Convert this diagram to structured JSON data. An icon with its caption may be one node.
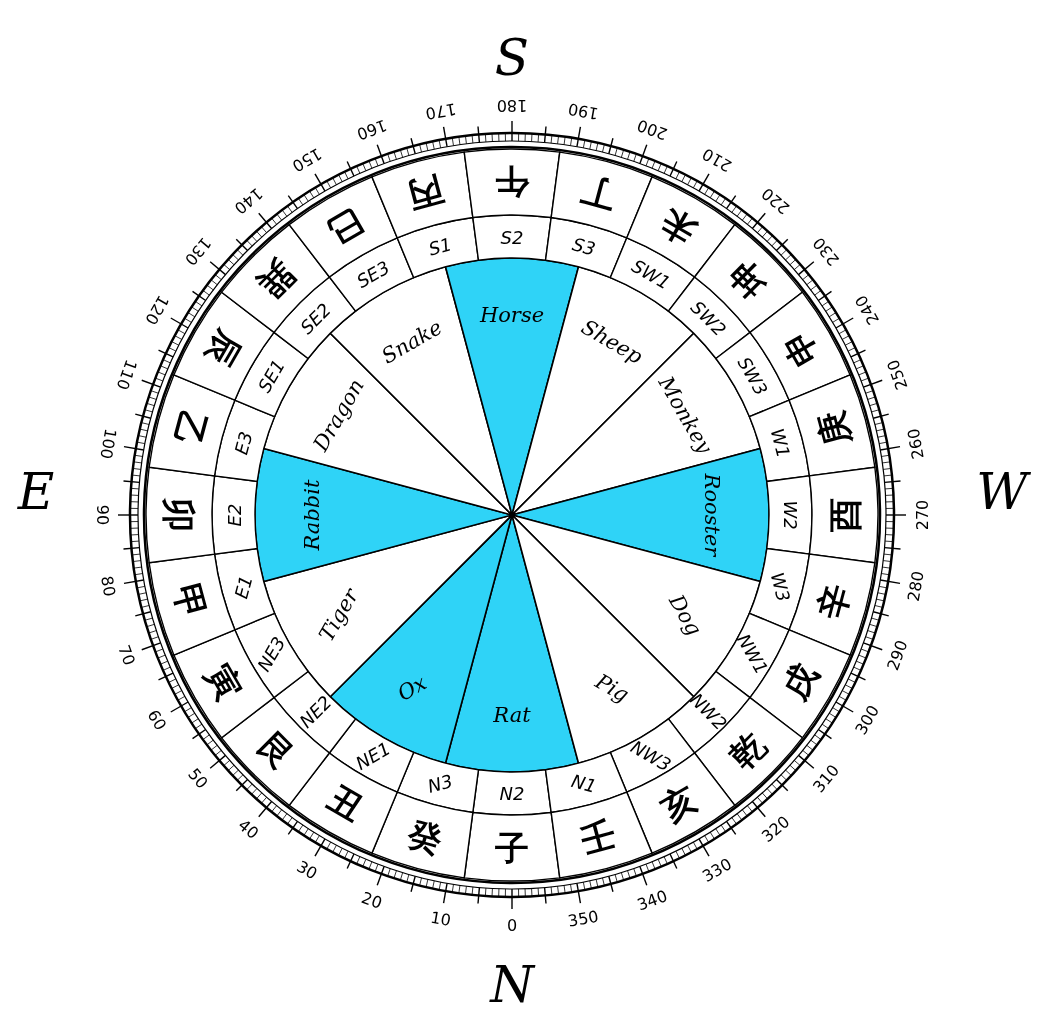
{
  "diagram": {
    "nodes": [
      {
        "text": [
          "Rat"
        ]
      },
      {
        "text": [
          "Ox"
        ]
      },
      {
        "text": [
          "Tiger"
        ]
      },
      {
        "text": [
          "Rabbit"
        ]
      },
      {
        "text": [
          "Dragon"
        ]
      },
      {
        "text": [
          "Snake"
        ]
      },
      {
        "text": [
          "Horse"
        ]
      },
      {
        "text": [
          "Sheep"
        ]
      },
      {
        "text": [
          "Monkey"
        ]
      },
      {
        "text": [
          "Rooster"
        ]
      },
      {
        "text": [
          "Dog"
        ]
      },
      {
        "text": [
          "Pig"
        ]
      },
      {
        "text": [
          "N2"
        ]
      },
      {
        "text": [
          "N3"
        ]
      },
      {
        "text": [
          "NE1"
        ]
      },
      {
        "text": [
          "NE2"
        ]
      },
      {
        "text": [
          "NE3"
        ]
      },
      {
        "text": [
          "E1"
        ]
      },
      {
        "text": [
          "E2"
        ]
      },
      {
        "text": [
          "E3"
        ]
      },
      {
        "text": [
          "SE1"
        ]
      },
      {
        "text": [
          "SE2"
        ]
      },
      {
        "text": [
          "SE3"
        ]
      },
      {
        "text": [
          "S1"
        ]
      },
      {
        "text": [
          "S2"
        ]
      },
      {
        "text": [
          "S3"
        ]
      },
      {
        "text": [
          "SW1"
        ]
      },
      {
        "text": [
          "SW2"
        ]
      },
      {
        "text": [
          "SW3"
        ]
      },
      {
        "text": [
          "W1"
        ]
      },
      {
        "text": [
          "W2"
        ]
      },
      {
        "text": [
          "W3"
        ]
      },
      {
        "text": [
          "NW1"
        ]
      },
      {
        "text": [
          "NW2"
        ]
      },
      {
        "text": [
          "NW3"
        ]
      },
      {
        "text": [
          "N1"
        ]
      },
      {
        "text": [
          "子"
        ]
      },
      {
        "text": [
          "癸"
        ]
      },
      {
        "text": [
          "丑"
        ]
      },
      {
        "text": [
          "艮"
        ]
      },
      {
        "text": [
          "寅"
        ]
      },
      {
        "text": [
          "甲"
        ]
      },
      {
        "text": [
          "卯"
        ]
      },
      {
        "text": [
          "乙"
        ]
      },
      {
        "text": [
          "辰"
        ]
      },
      {
        "text": [
          "巽"
        ]
      },
      {
        "text": [
          "巳"
        ]
      },
      {
        "text": [
          "丙"
        ]
      },
      {
        "text": [
          "午"
        ]
      },
      {
        "text": [
          "丁"
        ]
      },
      {
        "text": [
          "未"
        ]
      },
      {
        "text": [
          "坤"
        ]
      },
      {
        "text": [
          "申"
        ]
      },
      {
        "text": [
          "庚"
        ]
      },
      {
        "text": [
          "酉"
        ]
      },
      {
        "text": [
          "辛"
        ]
      },
      {
        "text": [
          "戌"
        ]
      },
      {
        "text": [
          "乾"
        ]
      },
      {
        "text": [
          "亥"
        ]
      },
      {
        "text": [
          "壬"
        ]
      }
    ],
    "labels": [
      "S",
      "E",
      "W",
      "N",
      "0",
      "10",
      "20",
      "30",
      "40",
      "50",
      "60",
      "70",
      "80",
      "90",
      "100",
      "110",
      "120",
      "130",
      "140",
      "150",
      "160",
      "170",
      "180",
      "190",
      "200",
      "210",
      "220",
      "230",
      "240",
      "250",
      "260",
      "270",
      "280",
      "290",
      "300",
      "310",
      "320",
      "330",
      "340",
      "350"
    ]
  }
}
